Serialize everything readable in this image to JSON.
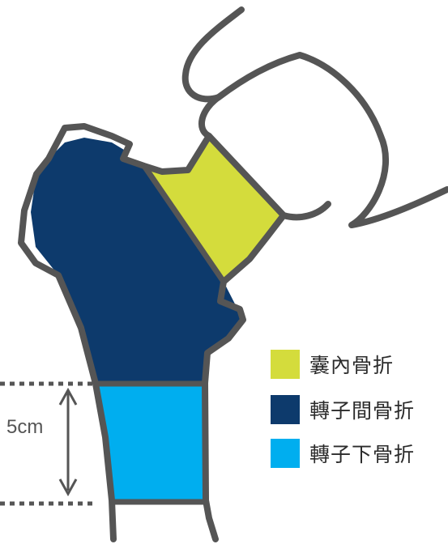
{
  "legend": [
    {
      "label": "囊內骨折",
      "color": "#d4dc3c"
    },
    {
      "label": "轉子間骨折",
      "color": "#0d3a6c"
    },
    {
      "label": "轉子下骨折",
      "color": "#00aeef"
    }
  ],
  "dimension": {
    "label": "5cm"
  },
  "colors": {
    "outline": "#555555",
    "intracapsular": "#d4dc3c",
    "intertrochanteric": "#0d3a6c",
    "subtrochanteric": "#00aeef"
  }
}
